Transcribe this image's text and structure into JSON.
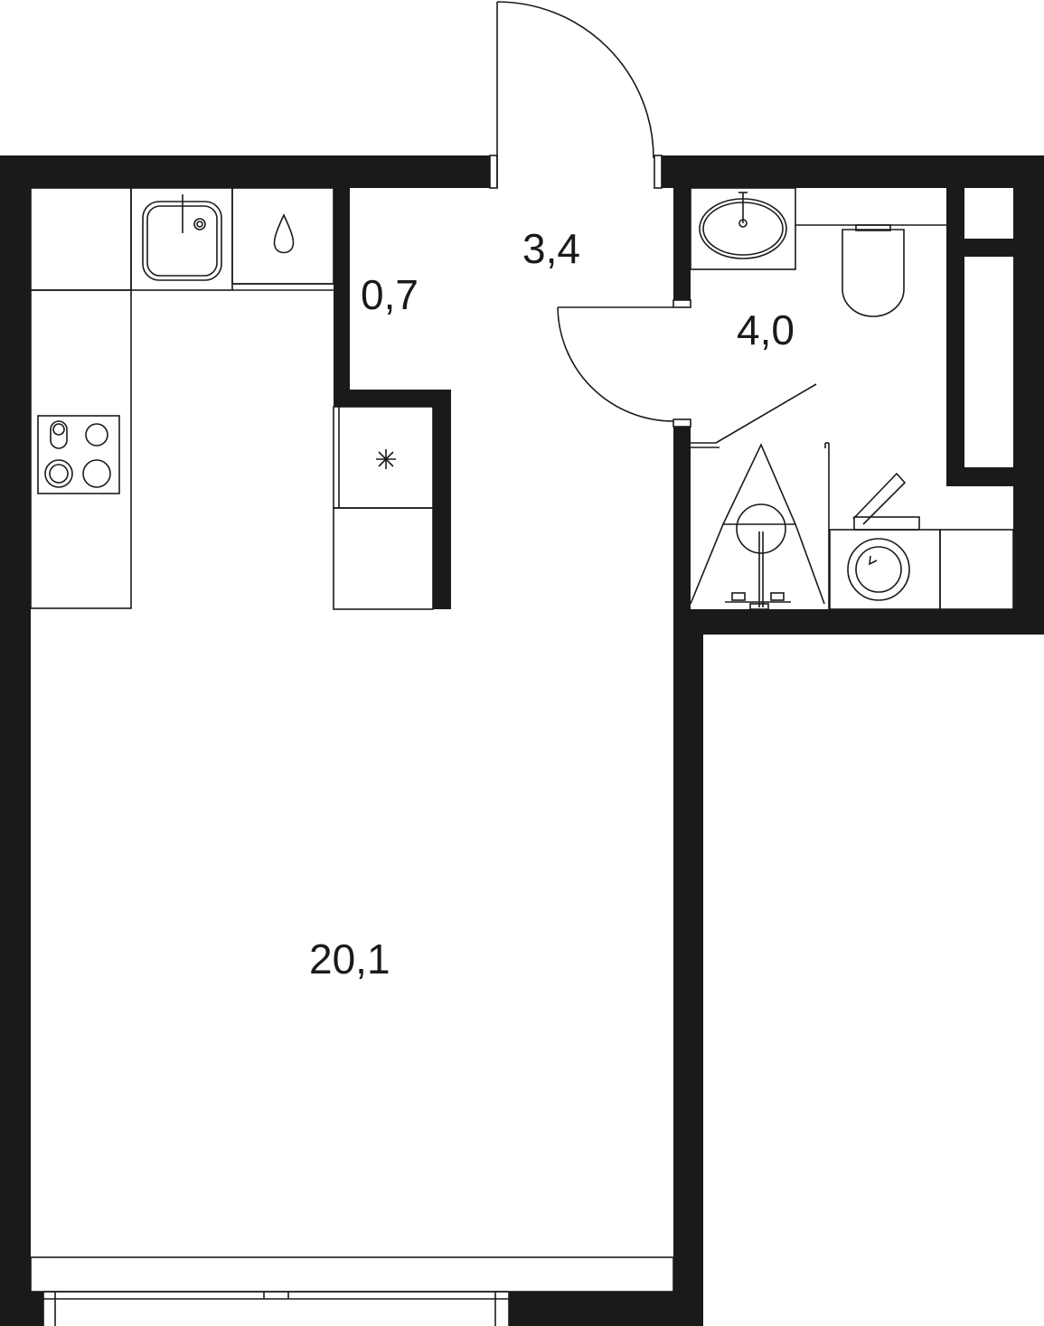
{
  "rooms": [
    {
      "id": "living",
      "area": "20,1"
    },
    {
      "id": "storage",
      "area": "0,7"
    },
    {
      "id": "hallway",
      "area": "3,4"
    },
    {
      "id": "bathroom",
      "area": "4,0"
    }
  ],
  "colors": {
    "wall": "#1a1a1a",
    "line": "#1a1a1a",
    "background": "#ffffff"
  }
}
